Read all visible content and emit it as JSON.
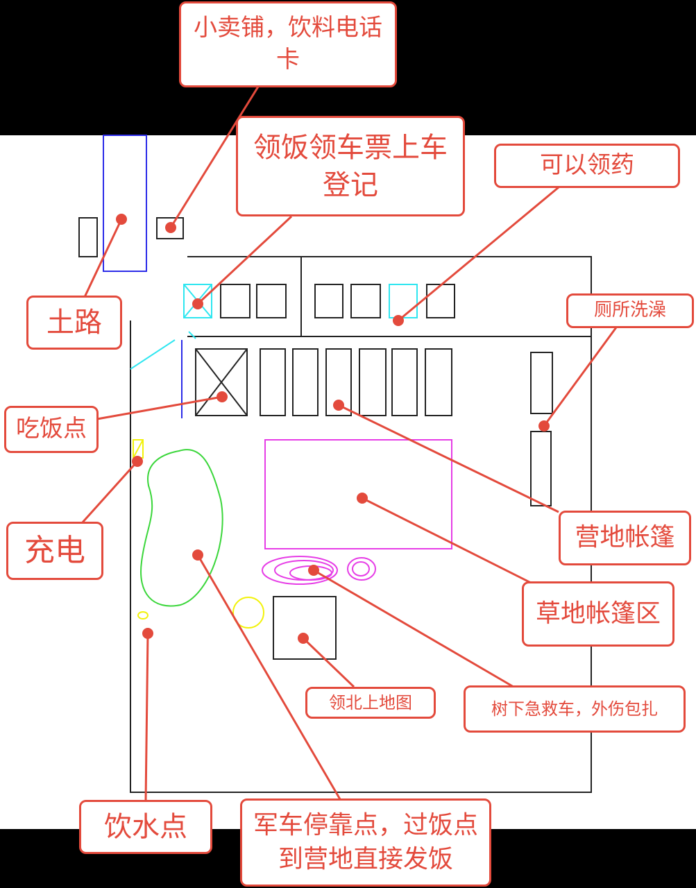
{
  "colors": {
    "callout": "#e34a3c",
    "outline": "#222222",
    "road": "#2b2be8",
    "cyan": "#2ee6f0",
    "green": "#3ad63a",
    "magenta": "#e63ce6",
    "yellow": "#f2f20a"
  },
  "labels": {
    "shop": "小卖铺，饮料电话卡",
    "meal_ticket": "领饭领车票上车登记",
    "medicine": "可以领药",
    "dirt_road": "土路",
    "toilet": "厕所洗澡",
    "dining": "吃饭点",
    "charging": "充电",
    "camp_tent": "营地帐篷",
    "grass_tent": "草地帐篷区",
    "map_pickup": "领北上地图",
    "first_aid": "树下急救车，外伤包扎",
    "water": "饮水点",
    "military_truck": "军车停靠点，过饭点到营地直接发饭"
  }
}
